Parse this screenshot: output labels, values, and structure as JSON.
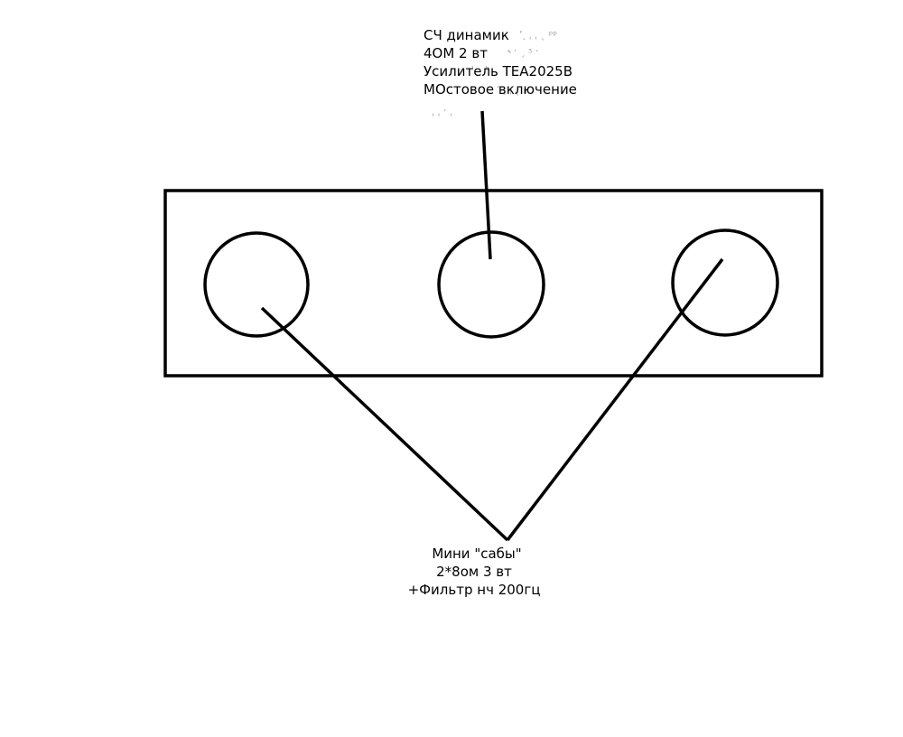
{
  "top_note": {
    "lines": [
      "СЧ динамик",
      "4ОМ 2 вт",
      "Усилитель TEA2025B",
      "МОстовое включение"
    ]
  },
  "bottom_note": {
    "lines": [
      "Мини \"сабы\"",
      "2*8ом 3 вт",
      "+Фильтр нч 200гц"
    ]
  }
}
